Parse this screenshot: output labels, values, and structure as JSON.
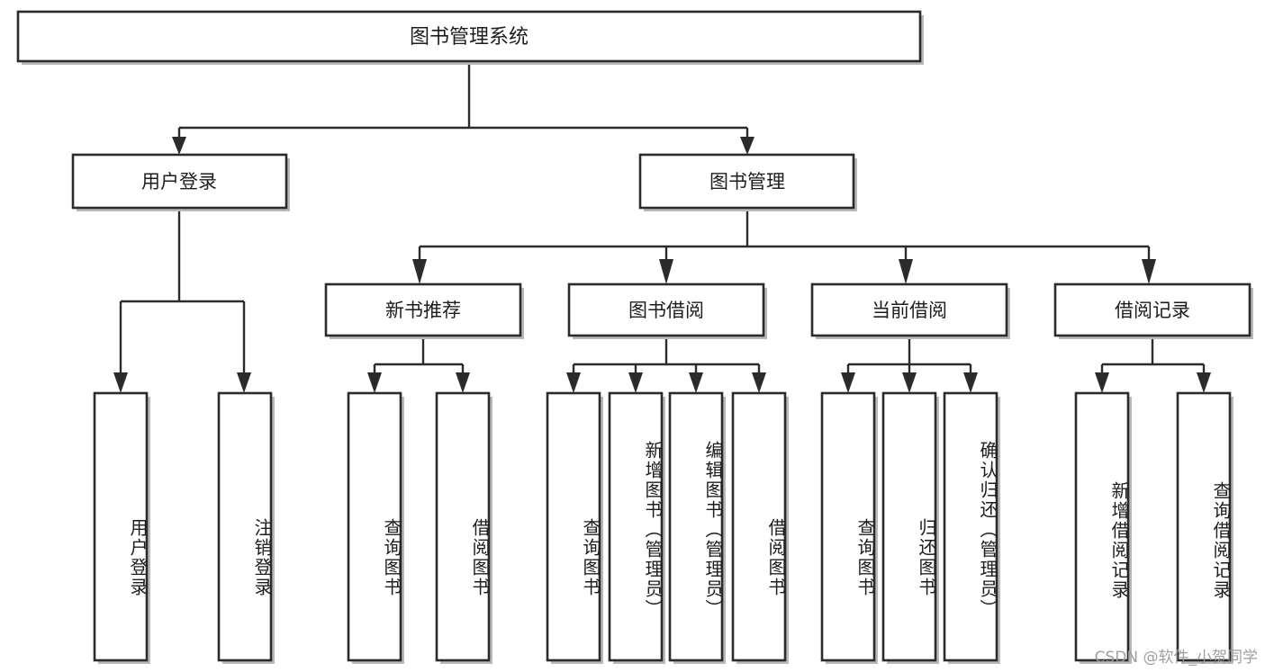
{
  "diagram": {
    "type": "tree",
    "title": "图书管理系统",
    "watermark": "CSDN @软件_小贺同学",
    "colors": {
      "box_border": "#2b2b2b",
      "box_fill": "#ffffff",
      "connector": "#2b2b2b",
      "shadow": "#b9b9b9",
      "text": "#1d1d1d",
      "watermark": "#9a9a9a"
    },
    "levels": {
      "root": {
        "label": "图书管理系统"
      },
      "level2": [
        {
          "id": "user-login",
          "label": "用户登录"
        },
        {
          "id": "book-management",
          "label": "图书管理"
        }
      ],
      "level3": [
        {
          "id": "new-book-recommend",
          "label": "新书推荐",
          "parent": "book-management"
        },
        {
          "id": "book-borrow",
          "label": "图书借阅",
          "parent": "book-management"
        },
        {
          "id": "current-borrow",
          "label": "当前借阅",
          "parent": "book-management"
        },
        {
          "id": "borrow-record",
          "label": "借阅记录",
          "parent": "book-management"
        }
      ],
      "leaves": [
        {
          "id": "leaf-user-login",
          "label": "用户登录",
          "parent": "user-login"
        },
        {
          "id": "leaf-logout",
          "label": "注销登录",
          "parent": "user-login"
        },
        {
          "id": "leaf-query-book-1",
          "label": "查询图书",
          "parent": "new-book-recommend"
        },
        {
          "id": "leaf-borrow-book-1",
          "label": "借阅图书",
          "parent": "new-book-recommend"
        },
        {
          "id": "leaf-query-book-2",
          "label": "查询图书",
          "parent": "book-borrow"
        },
        {
          "id": "leaf-add-book",
          "label": "新增图书（管理员）",
          "parent": "book-borrow"
        },
        {
          "id": "leaf-edit-book",
          "label": "编辑图书（管理员）",
          "parent": "book-borrow"
        },
        {
          "id": "leaf-borrow-book-2",
          "label": "借阅图书",
          "parent": "book-borrow"
        },
        {
          "id": "leaf-query-book-3",
          "label": "查询图书",
          "parent": "current-borrow"
        },
        {
          "id": "leaf-return-book",
          "label": "归还图书",
          "parent": "current-borrow"
        },
        {
          "id": "leaf-confirm-return",
          "label": "确认归还（管理员）",
          "parent": "current-borrow"
        },
        {
          "id": "leaf-add-record",
          "label": "新增借阅记录",
          "parent": "borrow-record"
        },
        {
          "id": "leaf-query-record",
          "label": "查询借阅记录",
          "parent": "borrow-record"
        }
      ]
    }
  }
}
